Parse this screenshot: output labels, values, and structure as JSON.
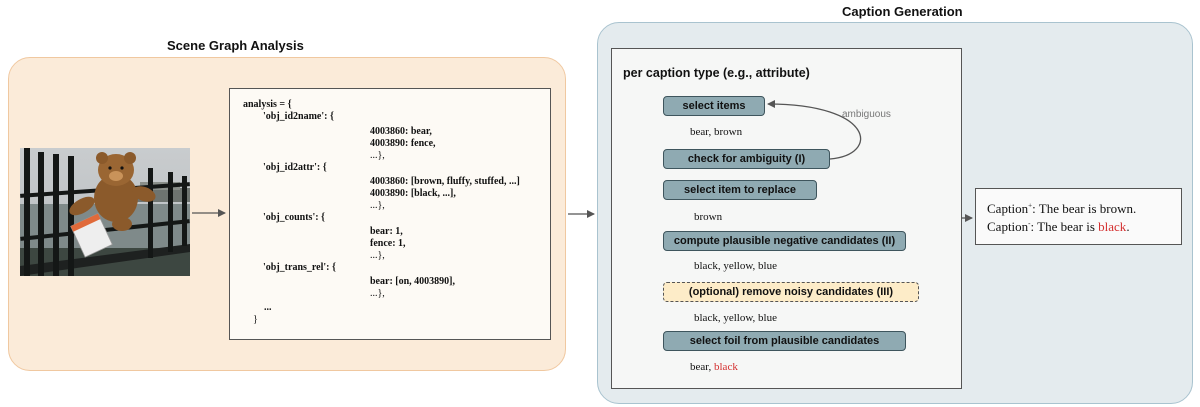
{
  "left": {
    "title": "Scene Graph Analysis",
    "code": {
      "l0": "analysis = {",
      "k1": "'obj_id2name': {",
      "v1a": "4003860: bear,",
      "v1b": "4003890: fence,",
      "v1c": "...},",
      "k2": "'obj_id2attr': {",
      "v2a": "4003860: [brown, fluffy, stuffed, ...]",
      "v2b": "4003890: [black, ...],",
      "v2c": "...},",
      "k3": "'obj_counts': {",
      "v3a": "bear: 1,",
      "v3b": "fence: 1,",
      "v3c": "...},",
      "k4": "'obj_trans_rel': {",
      "v4a": "bear: [on, 4003890],",
      "v4b": "...},",
      "e1": "...",
      "e2": "}"
    }
  },
  "right": {
    "title": "Caption Generation",
    "subtitle": "per caption type (e.g., attribute)",
    "ambiguous_label": "ambiguous",
    "steps": [
      "select items",
      "check for ambiguity (I)",
      "select item to replace",
      "compute plausible negative candidates (II)",
      "(optional) remove noisy candidates (III)",
      "select foil from plausible candidates"
    ],
    "vals": {
      "v1": "bear, brown",
      "v2": "brown",
      "v3": "black, yellow, blue",
      "v4": "black, yellow, blue",
      "v5_a": "bear, ",
      "v5_b": "black"
    }
  },
  "captions": {
    "pos_label": "Caption",
    "pos_sup": "+",
    "pos_text": ": The bear is brown.",
    "neg_label": "Caption",
    "neg_sup": "-",
    "neg_text_a": ": The bear is ",
    "neg_text_b": "black",
    "neg_text_c": "."
  },
  "colors": {
    "left_panel": "#fbebd9",
    "right_panel": "#e4ebee",
    "step_fill": "#8faab2",
    "optional_fill": "#fdecc8",
    "foil_red": "#d42f2f"
  }
}
